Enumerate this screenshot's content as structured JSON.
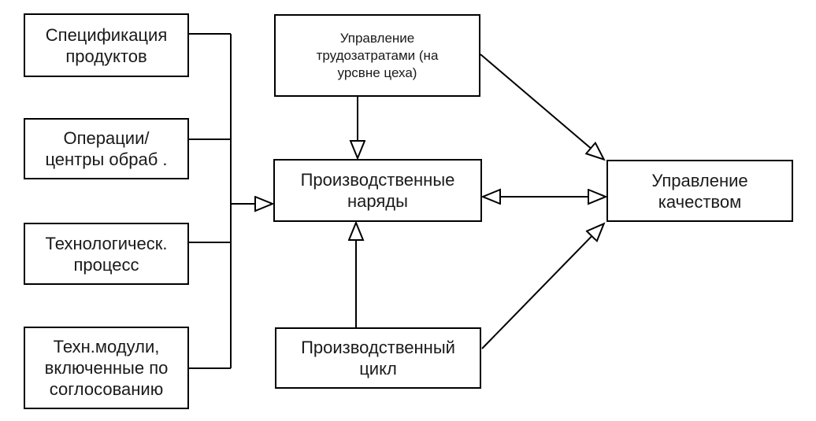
{
  "colors": {
    "line": "#000000",
    "box_border": "#000000",
    "background": "#ffffff",
    "text": "#1a1a1a"
  },
  "diagram": {
    "type": "flowchart",
    "boxes": [
      {
        "id": "product-spec",
        "label": "Спецификация\nпродуктов"
      },
      {
        "id": "operations",
        "label": "Операции/\nцентры обраб ."
      },
      {
        "id": "tech-process",
        "label": "Технологическ.\nпроцесс"
      },
      {
        "id": "tech-modules",
        "label": "Техн.модули,\nвключенные по\nсоглосованию"
      },
      {
        "id": "labor-management",
        "label": "Управление\nтрудозатратами (на\nурсвне цеха)"
      },
      {
        "id": "production-orders",
        "label": "Производственные\nнаряды"
      },
      {
        "id": "production-cycle",
        "label": "Производственный\nцикл"
      },
      {
        "id": "quality-management",
        "label": "Управление\nкачеством"
      }
    ],
    "edges": [
      {
        "from": "product-spec",
        "to": "production-orders",
        "style": "hollow-arrow"
      },
      {
        "from": "operations",
        "to": "production-orders",
        "style": "hollow-arrow"
      },
      {
        "from": "tech-process",
        "to": "production-orders",
        "style": "hollow-arrow"
      },
      {
        "from": "tech-modules",
        "to": "production-orders",
        "style": "hollow-arrow"
      },
      {
        "from": "labor-management",
        "to": "production-orders",
        "style": "hollow-arrow"
      },
      {
        "from": "labor-management",
        "to": "quality-management",
        "style": "hollow-arrow"
      },
      {
        "from": "production-cycle",
        "to": "production-orders",
        "style": "hollow-arrow"
      },
      {
        "from": "production-cycle",
        "to": "quality-management",
        "style": "hollow-arrow"
      },
      {
        "from": "production-orders",
        "to": "quality-management",
        "style": "hollow-arrow-both"
      }
    ]
  }
}
